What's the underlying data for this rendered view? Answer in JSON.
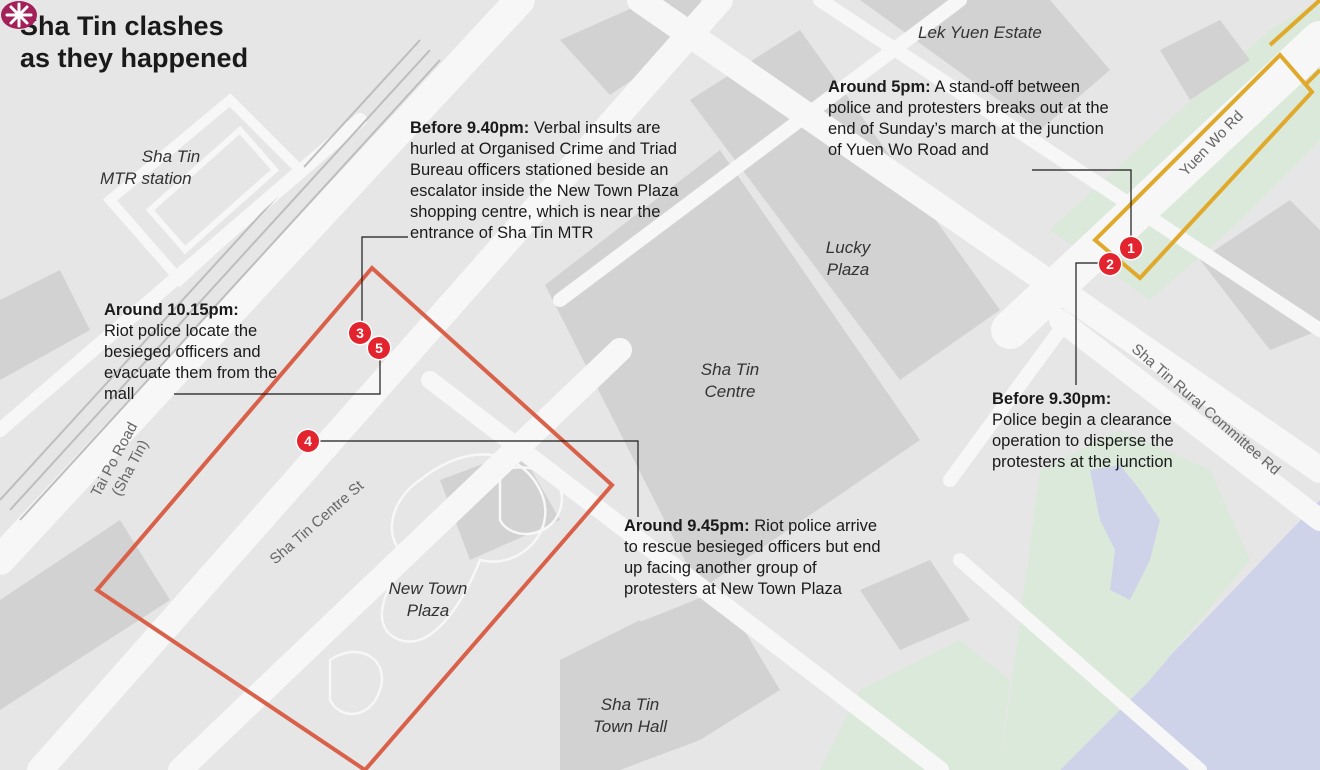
{
  "title": {
    "line1": "Sha Tin clashes",
    "line2": "as they happened"
  },
  "places": {
    "lek_yuen": "Lek Yuen Estate",
    "mtr_line1": "Sha Tin",
    "mtr_line2": "MTR station",
    "lucky_line1": "Lucky",
    "lucky_line2": "Plaza",
    "centre_line1": "Sha Tin",
    "centre_line2": "Centre",
    "ntp_line1": "New Town",
    "ntp_line2": "Plaza",
    "townhall_line1": "Sha Tin",
    "townhall_line2": "Town Hall"
  },
  "roads": {
    "yuen_wo": "Yuen Wo Rd",
    "rural": "Sha Tin Rural Committee Rd",
    "tai_po_line1": "Tai Po Road",
    "tai_po_line2": "(Sha Tin)",
    "centre_st": "Sha Tin Centre St"
  },
  "events": [
    {
      "marker": "1",
      "time": "Around 5pm:",
      "text": "A stand-off between police and protesters breaks out at the end of Sunday’s march at the junction of Yuen Wo Road and"
    },
    {
      "marker": "2",
      "time": "Before 9.30pm:",
      "text": "Police begin a clearance operation to disperse the protesters at the junction"
    },
    {
      "marker": "3",
      "time": "Before 9.40pm:",
      "text": "Verbal insults are hurled at Organised Crime and Triad Bureau officers stationed beside an escalator inside the New Town Plaza shopping centre, which is near the entrance of Sha Tin MTR"
    },
    {
      "marker": "4",
      "time": "Around 9.45pm:",
      "text": "Riot police arrive to rescue besieged officers but end up facing another group of protesters at New Town Plaza"
    },
    {
      "marker": "5",
      "time": "Around 10.15pm:",
      "text": "Riot police locate the besieged officers and evacuate them from the mall"
    }
  ],
  "colors": {
    "marker": "#e3232d",
    "highlight_ntp": "#d9614a",
    "highlight_yuen_wo": "#e0a92b",
    "mtr_logo": "#a3205a",
    "water": "#cfd3ea",
    "park": "#dbe9da"
  },
  "icons": {
    "mtr": "mtr-logo-icon"
  }
}
